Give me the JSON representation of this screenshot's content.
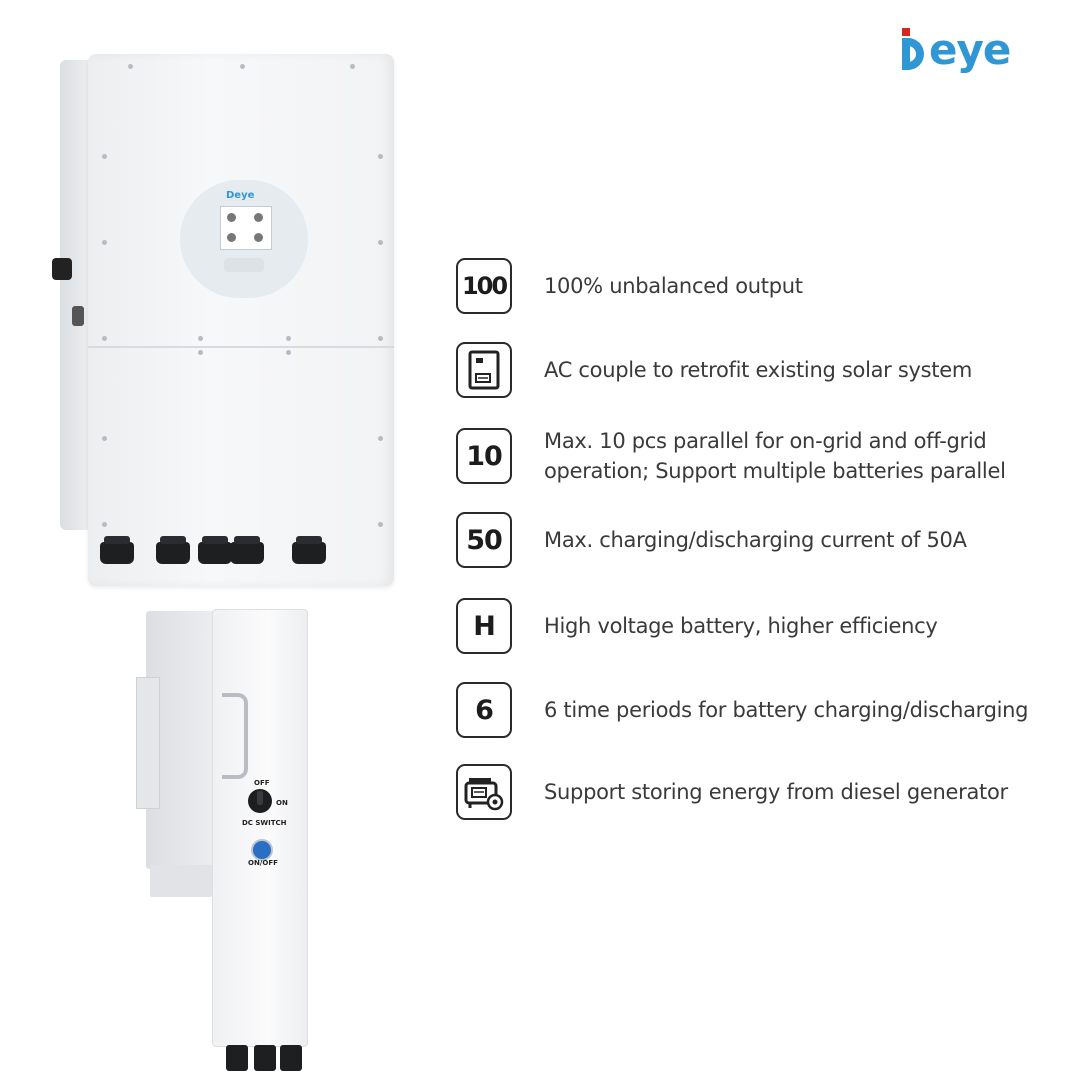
{
  "brand": {
    "name": "Deye",
    "logo_text": "eye",
    "display_logo": "Deye",
    "blue": "#2f97d3",
    "red": "#d7261e"
  },
  "device": {
    "switch_off": "OFF",
    "switch_on": "ON",
    "switch_label": "DC SWITCH",
    "button_label": "ON/OFF"
  },
  "features": [
    {
      "icon": "100",
      "icon_name": "number-100-icon",
      "text": "100% unbalanced output"
    },
    {
      "icon": "",
      "icon_name": "ac-couple-panel-icon",
      "text": "AC couple to retrofit existing solar system"
    },
    {
      "icon": "10",
      "icon_name": "number-10-icon",
      "text": "Max. 10 pcs parallel for on-grid and off-grid\noperation; Support multiple batteries parallel"
    },
    {
      "icon": "50",
      "icon_name": "number-50-icon",
      "text": "Max. charging/discharging current of 50A"
    },
    {
      "icon": "H",
      "icon_name": "letter-h-icon",
      "text": "High voltage battery, higher efficiency"
    },
    {
      "icon": "6",
      "icon_name": "number-6-icon",
      "text": "6 time periods for battery charging/discharging"
    },
    {
      "icon": "",
      "icon_name": "diesel-generator-icon",
      "text": "Support storing energy from diesel generator"
    }
  ]
}
